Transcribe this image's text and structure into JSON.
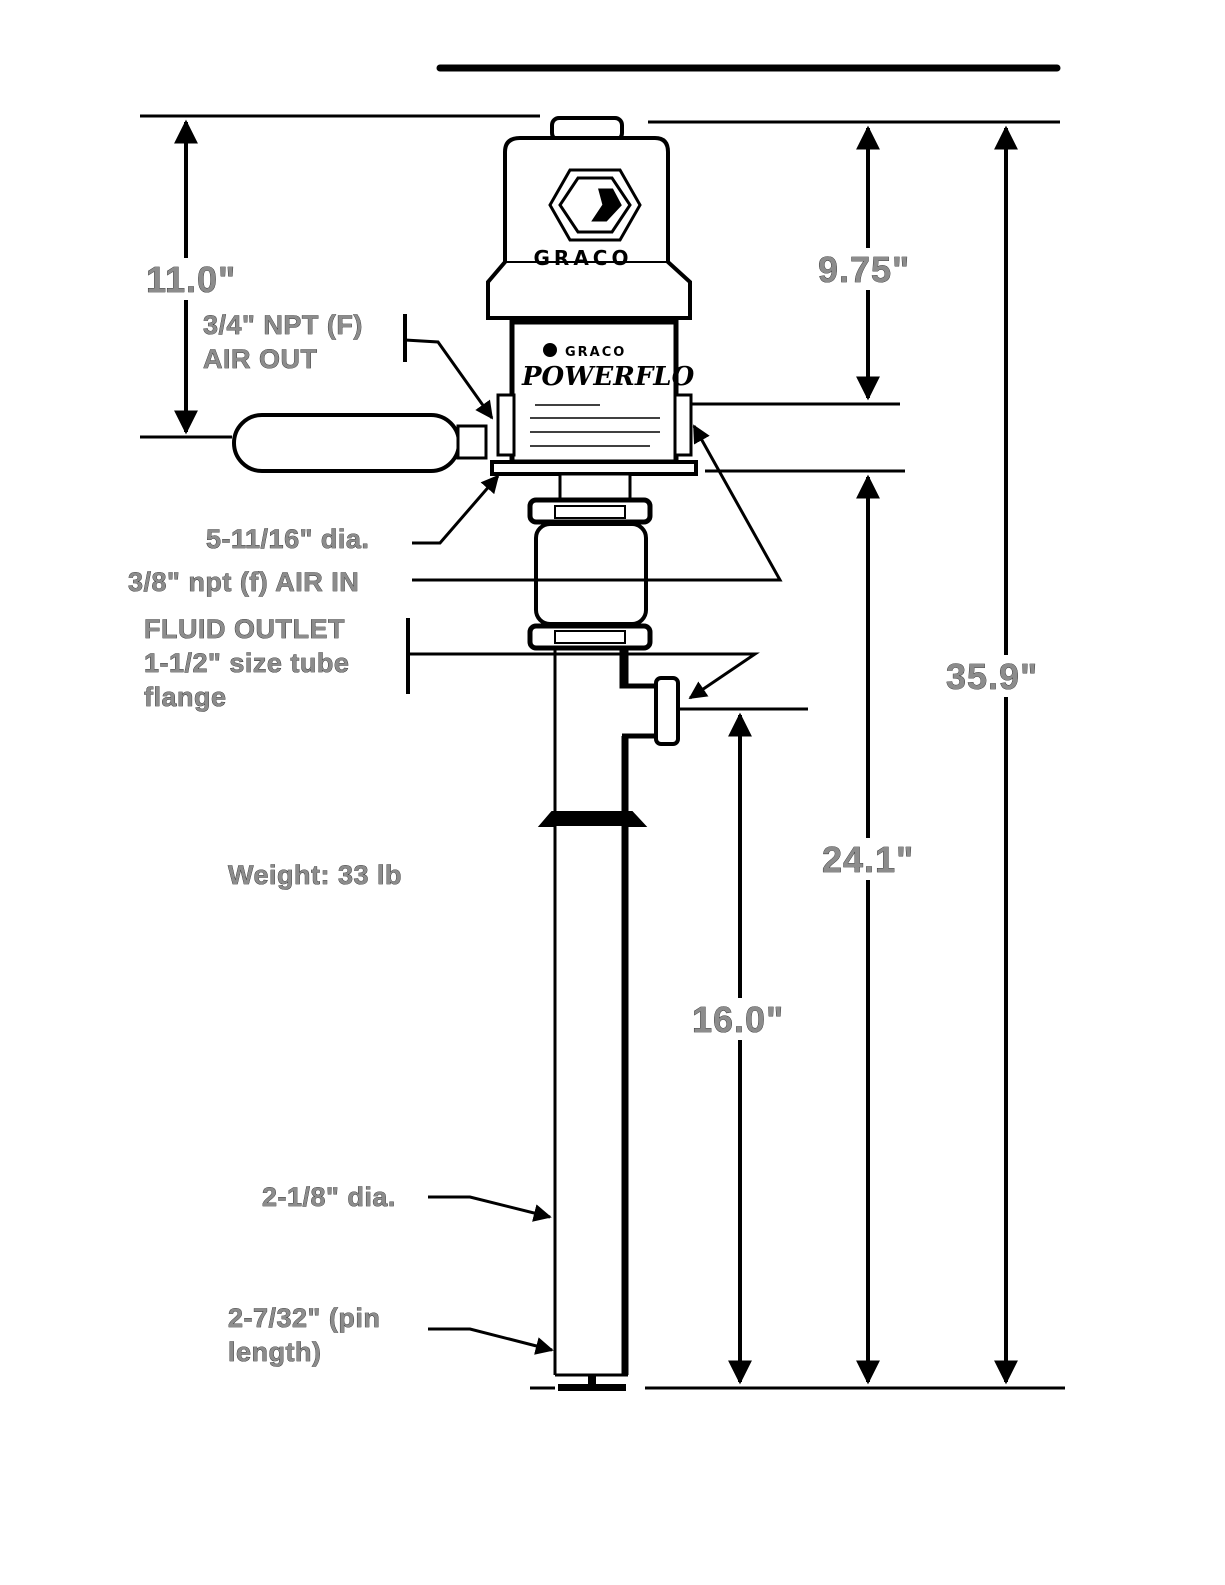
{
  "brand": {
    "logo_text": "GRACO",
    "badge_text": "GRACO",
    "model_text": "POWERFLO"
  },
  "dimensions": {
    "overall_height": "35.9\"",
    "motor_height": "9.75\"",
    "pump_height": "24.1\"",
    "tube_length": "16.0\"",
    "outlet_height": "11.0\""
  },
  "callouts": {
    "air_out_line1": "3/4\" NPT (F)",
    "air_out_line2": "AIR OUT",
    "base_diameter": "5-11/16\" dia.",
    "air_in": "3/8\" npt (f) AIR IN",
    "fluid_outlet_line1": "FLUID OUTLET",
    "fluid_outlet_line2": "1-1/2\" size tube",
    "fluid_outlet_line3": "flange",
    "weight": "Weight: 33 lb",
    "tube_diameter": "2-1/8\" dia.",
    "pin_length_line1": "2-7/32\" (pin",
    "pin_length_line2": "length)"
  },
  "colors": {
    "ink": "#000000",
    "label_fill": "#8c8c8c",
    "background": "#ffffff"
  }
}
